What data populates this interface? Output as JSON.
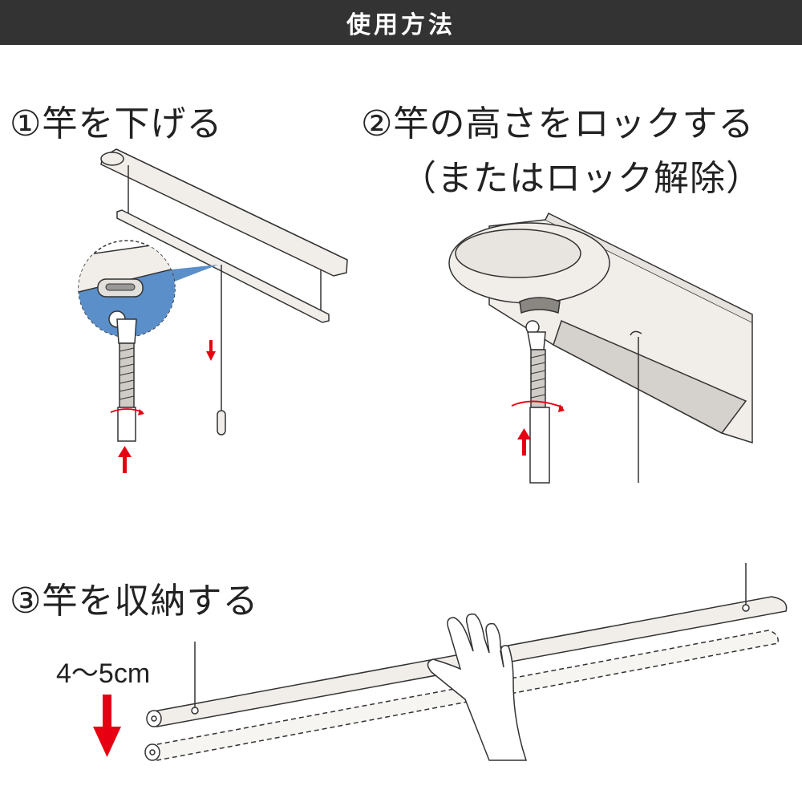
{
  "header": {
    "title": "使用方法"
  },
  "steps": [
    {
      "title": "①竿を下げる"
    },
    {
      "title": "②竿の高さをロックする",
      "subtitle": "（またはロック解除）"
    },
    {
      "title": "③竿を収納する"
    }
  ],
  "step3": {
    "measure_label": "4～5cm"
  },
  "colors": {
    "header_bg": "#333333",
    "arrow_red": "#e60012",
    "highlight_blue": "#5b8fc9",
    "rod_fill": "#f1eeea",
    "line": "#333333"
  }
}
